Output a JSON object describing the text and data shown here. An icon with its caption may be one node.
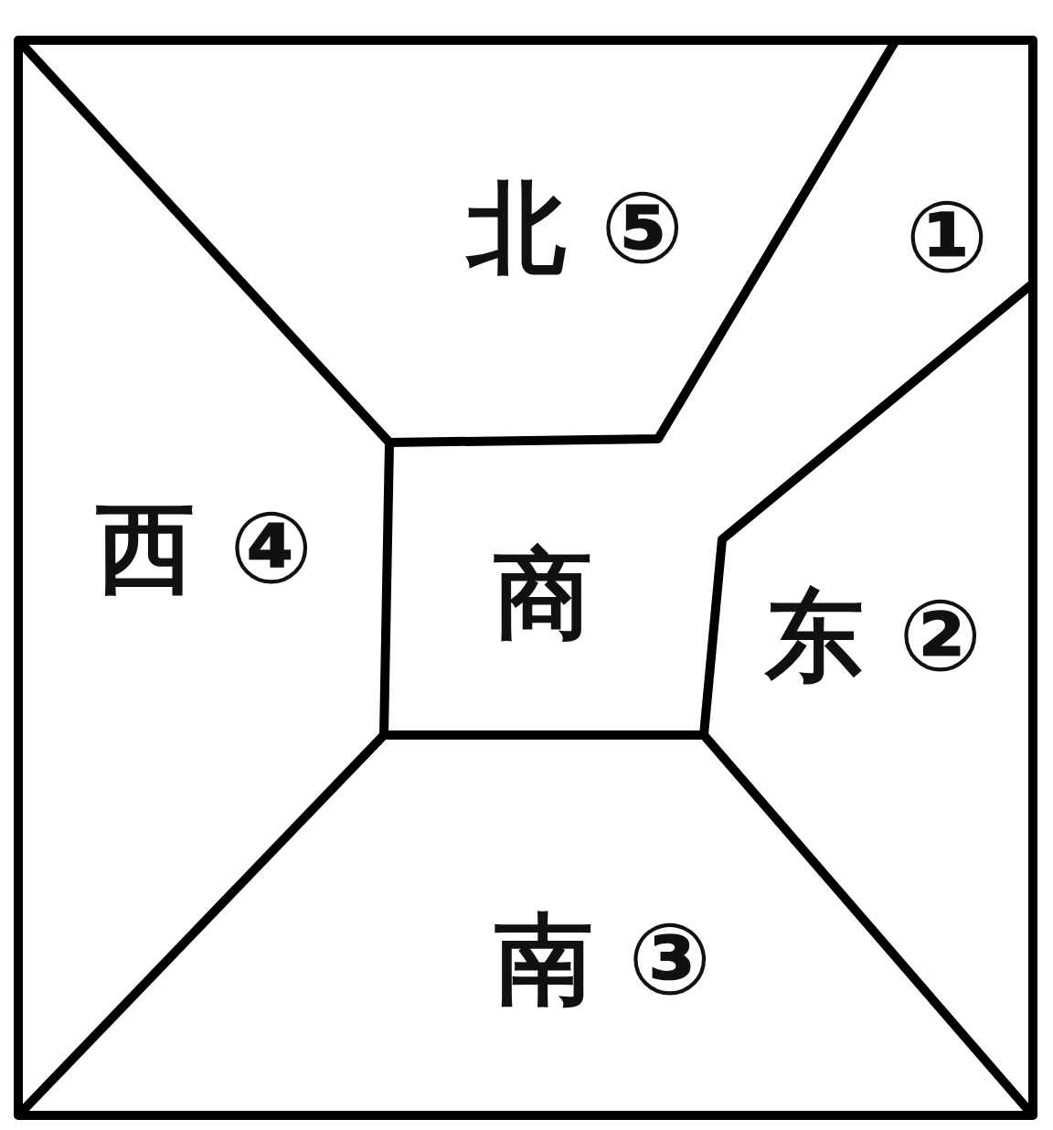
{
  "diagram": {
    "nodes": [
      {
        "text": [
          "北 ⑤"
        ]
      },
      {
        "text": [
          "①"
        ]
      },
      {
        "text": [
          "西 ④"
        ]
      },
      {
        "text": [
          "商"
        ]
      },
      {
        "text": [
          "东 ②"
        ]
      },
      {
        "text": [
          "南 ③"
        ]
      }
    ]
  }
}
